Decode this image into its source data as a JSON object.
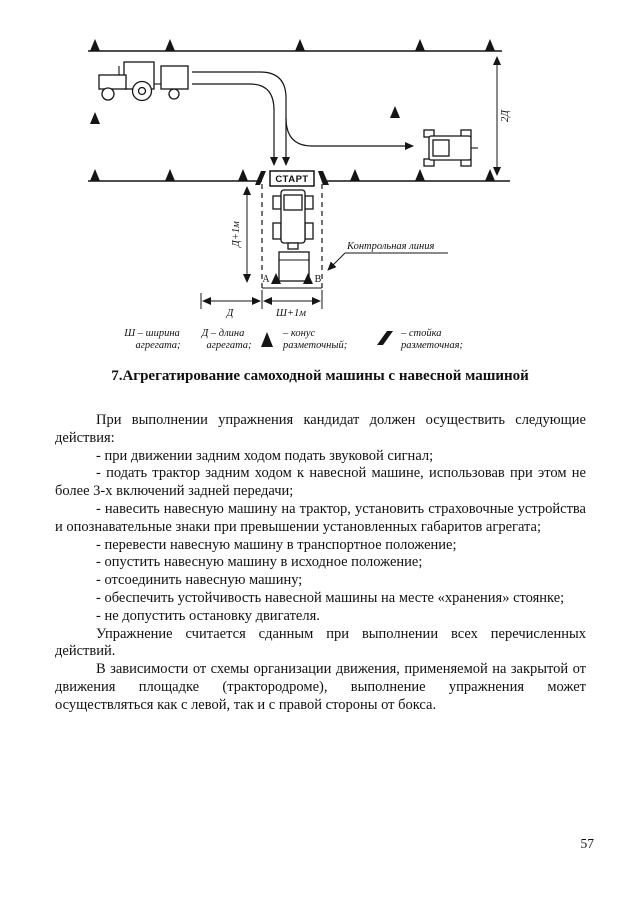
{
  "diagram": {
    "start": "СТАРТ",
    "control_line": "Контрольная линия",
    "dim_d_plus_1m": "Д+1м",
    "dim_d": "Д",
    "dim_sh_plus_1m": "Ш+1м",
    "dim_2d": "2Д",
    "point_a": "А",
    "point_b": "В",
    "legend": {
      "sh_1": "Ш – ширина",
      "sh_2": "агрегата;",
      "d_1": "Д – длина",
      "d_2": "агрегата;",
      "cone_1": "– конус",
      "cone_2": "разметочный;",
      "post_1": "– стойка",
      "post_2": "разметочная;"
    }
  },
  "title": "7.Агрегатирование самоходной машины с навесной машиной",
  "body": {
    "paragraphs": [
      "При выполнении упражнения кандидат должен осуществить следующие действия:",
      "- при движении задним ходом подать звуковой сигнал;",
      "- подать трактор задним ходом к навесной машине, использовав при этом не более 3-х включений задней передачи;",
      "- навесить навесную машину на трактор, установить страховочные устройства и опознавательные знаки при превышении установленных габаритов агрегата;",
      "- перевести навесную машину в транспортное положение;",
      "- опустить навесную машину в исходное положение;",
      "- отсоединить навесную машину;",
      "- обеспечить устойчивость навесной машины на месте «хранения» стоянке;",
      "- не допустить остановку двигателя.",
      "Упражнение считается сданным при выполнении всех перечисленных действий.",
      "В зависимости от схемы организации движения, применяемой на закрытой от движения площадке (трактородроме), выполнение упражнения может осуществляться как с левой, так и с правой стороны от бокса."
    ]
  },
  "page_number": "57"
}
